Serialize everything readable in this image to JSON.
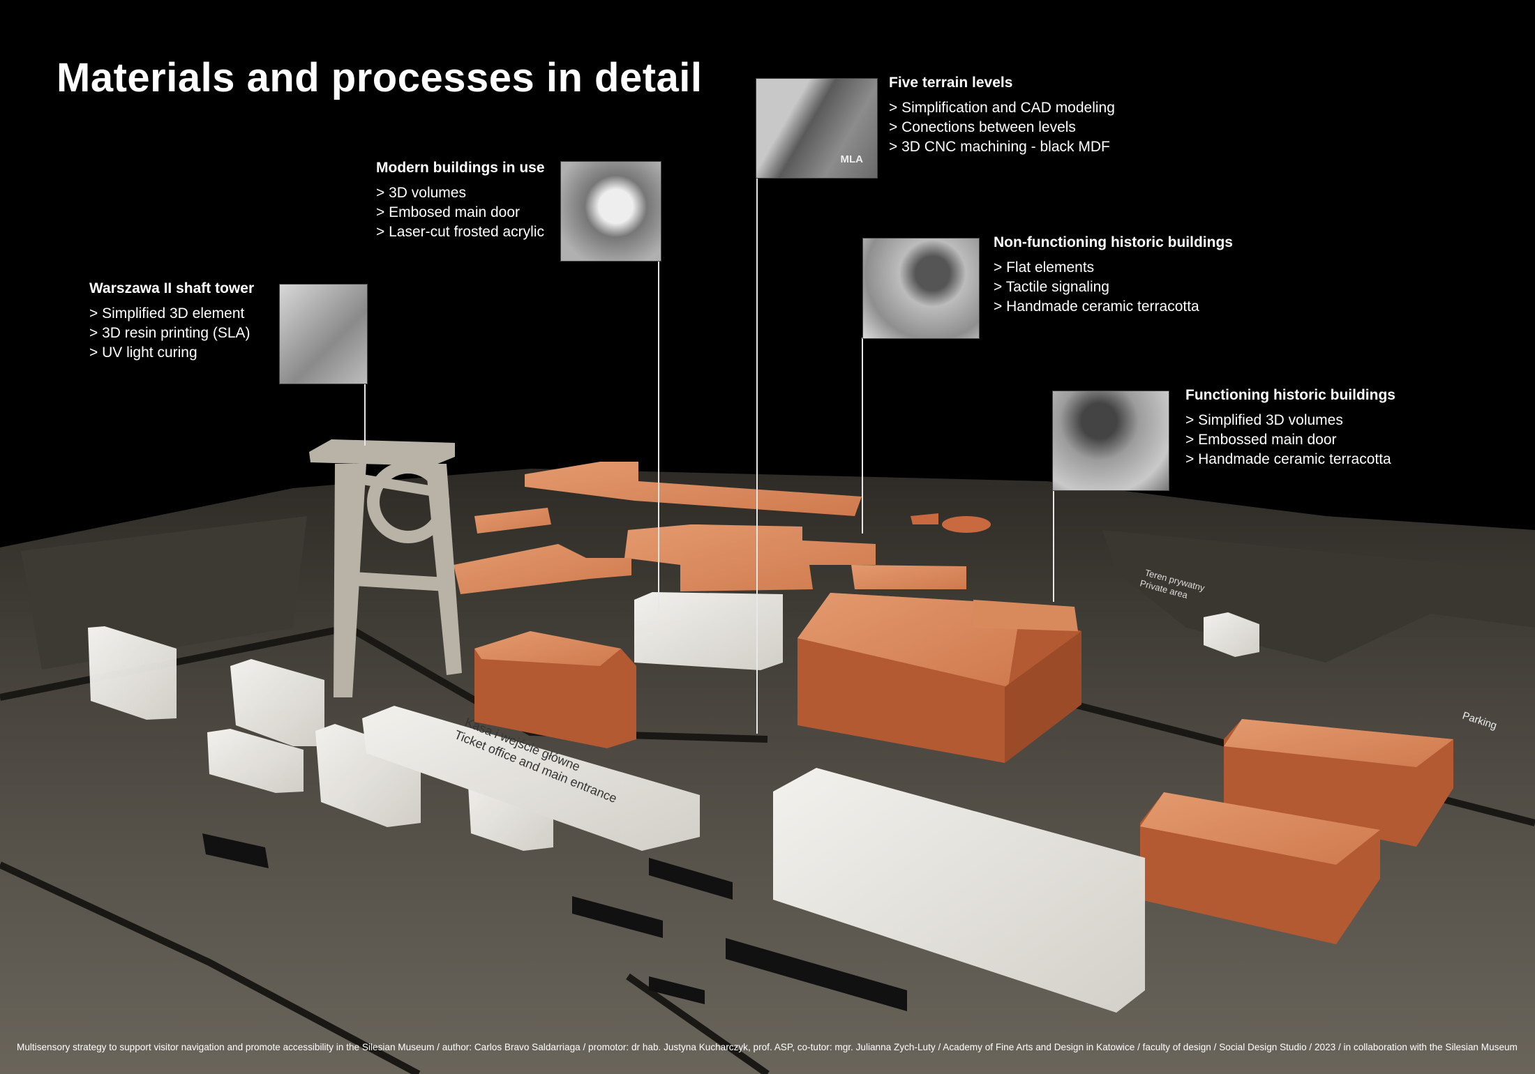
{
  "title": "Materials and processes in detail",
  "callouts": [
    {
      "heading": "Warszawa II shaft tower",
      "items": [
        "> Simplified 3D element",
        "> 3D resin printing (SLA)",
        "> UV light curing"
      ]
    },
    {
      "heading": "Modern buildings in use",
      "items": [
        "> 3D volumes",
        "> Embosed main door",
        "> Laser-cut frosted acrylic"
      ]
    },
    {
      "heading": "Five terrain levels",
      "items": [
        "> Simplification and CAD modeling",
        "> Conections between levels",
        "> 3D CNC machining - black MDF"
      ]
    },
    {
      "heading": "Non-functioning historic buildings",
      "items": [
        "> Flat elements",
        "> Tactile signaling",
        "> Handmade ceramic terracotta"
      ]
    },
    {
      "heading": "Functioning historic buildings",
      "items": [
        "> Simplified 3D volumes",
        "> Embossed main door",
        "> Handmade ceramic terracotta"
      ]
    }
  ],
  "model_labels": {
    "ticket_pl": "Kasa i wejście główne",
    "ticket_en": "Ticket office and main entrance",
    "private_pl": "Teren prywatny",
    "private_en": "Private area",
    "parking": "Parking",
    "photo_text": "MLA"
  },
  "footer": "Multisensory strategy to support visitor navigation and promote accessibility in the Silesian Museum / author: Carlos Bravo Saldarriaga / promotor: dr hab. Justyna Kucharczyk, prof. ASP, co-tutor: mgr. Julianna Zych-Luty / Academy of Fine Arts and Design in Katowice / faculty of design / Social Design Studio / 2023 / in collaboration with the Silesian Museum",
  "colors": {
    "terracotta": "#c8693f",
    "acrylic": "#ecebe6",
    "terrain": "#4a463f",
    "background": "#000000"
  }
}
